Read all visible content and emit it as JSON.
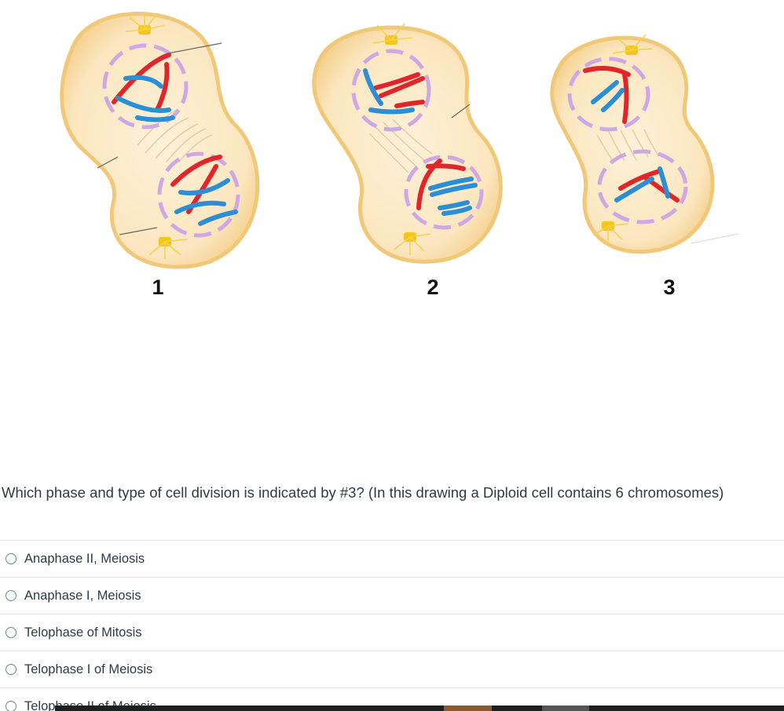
{
  "figure": {
    "labels": [
      "1",
      "2",
      "3"
    ],
    "colors": {
      "cell_fill": "#fbe6bf",
      "cell_edge": "#f0c878",
      "spindle": "#e0c99a",
      "chromosome_red": "#e0262b",
      "chromosome_blue": "#2a8fd6",
      "nuclear_envelope": "#c8a0e0",
      "centrosome": "#f5c518",
      "centromere": "#f2b134",
      "pointer_line": "#555555"
    }
  },
  "question": {
    "text": "Which phase and type of cell division is indicated by #3? (In this drawing a Diploid cell contains 6 chromosomes)"
  },
  "answers": [
    {
      "label": "Anaphase II, Meiosis"
    },
    {
      "label": "Anaphase I, Meiosis"
    },
    {
      "label": "Telophase of Mitosis"
    },
    {
      "label": "Telophase I of Meiosis"
    },
    {
      "label": "Telophase II of Meiosis"
    }
  ]
}
